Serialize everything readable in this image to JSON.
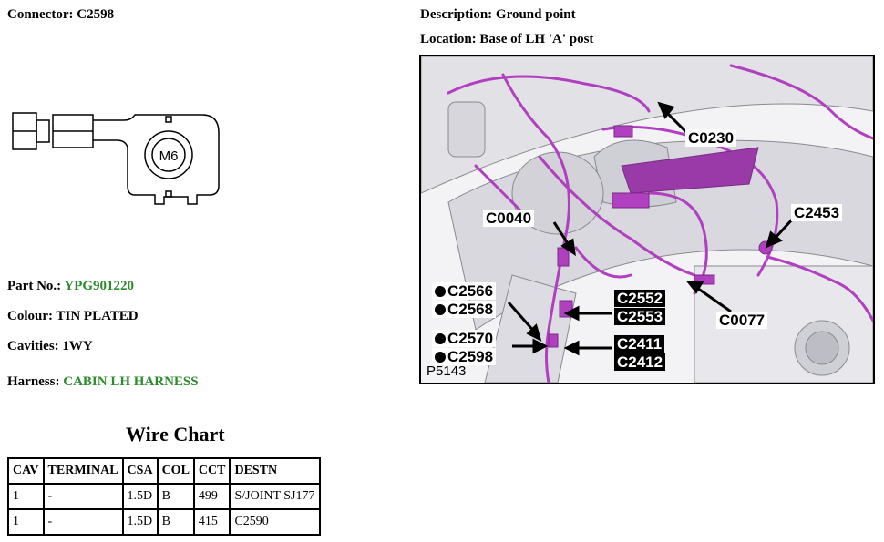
{
  "connector": {
    "label": "Connector:",
    "value": "C2598"
  },
  "description": {
    "label": "Description:",
    "value": "Ground point"
  },
  "location": {
    "label": "Location:",
    "value": "Base of LH 'A' post"
  },
  "part_no": {
    "label": "Part No.:",
    "value": "YPG901220"
  },
  "colour": {
    "label": "Colour:",
    "value": "TIN PLATED"
  },
  "cavities": {
    "label": "Cavities:",
    "value": "1WY"
  },
  "harness": {
    "label": "Harness:",
    "value": "CABIN LH HARNESS"
  },
  "connector_drawing": {
    "stud_label": "M6"
  },
  "wire_chart": {
    "title": "Wire Chart",
    "headers": [
      "CAV",
      "TERMINAL",
      "CSA",
      "COL",
      "CCT",
      "DESTN"
    ],
    "rows": [
      [
        "1",
        "-",
        "1.5D",
        "B",
        "499",
        "S/JOINT SJ177"
      ],
      [
        "1",
        "-",
        "1.5D",
        "B",
        "415",
        "C2590"
      ]
    ]
  },
  "location_picture": {
    "code": "P5143",
    "callouts": {
      "c0230": "C0230",
      "c0040": "C0040",
      "c2453": "C2453",
      "c2566": "C2566",
      "c2568": "C2568",
      "c2552": "C2552",
      "c2553": "C2553",
      "c0077": "C0077",
      "c2570": "C2570",
      "c2598": "C2598",
      "c2411": "C2411",
      "c2412": "C2412"
    },
    "harness_color": "#b040c0"
  }
}
